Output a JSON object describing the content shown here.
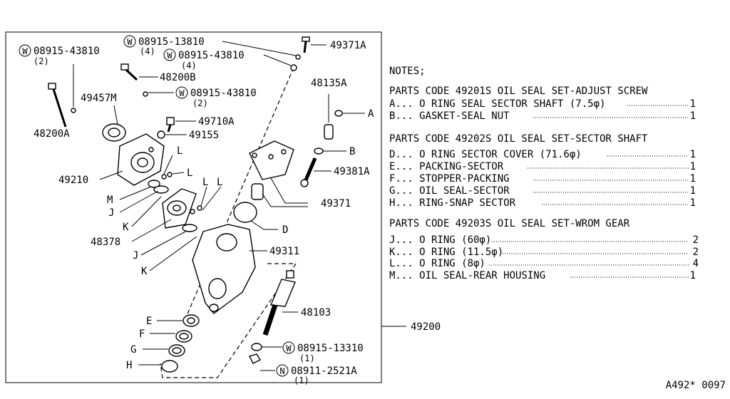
{
  "callouts": [
    {
      "id": "w1",
      "marker": "W",
      "code": "08915-43810",
      "qty": "(2)"
    },
    {
      "id": "w2",
      "marker": "W",
      "code": "08915-13810",
      "qty": "(4)"
    },
    {
      "id": "w3",
      "marker": "W",
      "code": "08915-43810",
      "qty": "(4)"
    },
    {
      "id": "w4",
      "marker": "W",
      "code": "08915-43810",
      "qty": "(2)"
    },
    {
      "id": "w5",
      "marker": "W",
      "code": "08915-13310",
      "qty": "(1)"
    },
    {
      "id": "n1",
      "marker": "N",
      "code": "08911-2521A",
      "qty": "(1)"
    }
  ],
  "labels": {
    "p49371A": "49371A",
    "p48200B": "48200B",
    "p49457M": "49457M",
    "p48200A": "48200A",
    "p49710A": "49710A",
    "p49155": "49155",
    "p49210": "49210",
    "p48135A": "48135A",
    "p49381A": "49381A",
    "p49371": "49371",
    "p48378": "48378",
    "p49311": "49311",
    "p48103": "48103",
    "p49200": "49200",
    "A": "A",
    "B": "B",
    "D": "D",
    "E": "E",
    "F": "F",
    "G": "G",
    "H": "H",
    "J1": "J",
    "J2": "J",
    "K1": "K",
    "K2": "K",
    "M": "M",
    "L1": "L",
    "L2": "L",
    "L3": "L",
    "L4": "L"
  },
  "notes": {
    "heading": "NOTES;",
    "groups": [
      {
        "title": "PARTS CODE  49201S OIL SEAL SET-ADJUST SCREW",
        "items": [
          {
            "text": "A... O RING SEAL SECTOR SHAFT (7.5φ)",
            "qty": "1"
          },
          {
            "text": "B... GASKET-SEAL NUT",
            "qty": "1"
          }
        ]
      },
      {
        "title": "PARTS CODE  49202S OIL SEAL SET-SECTOR SHAFT",
        "items": [
          {
            "text": "D... O RING SECTOR COVER (71.6φ)",
            "qty": "1"
          },
          {
            "text": "E... PACKING-SECTOR",
            "qty": "1"
          },
          {
            "text": "F... STOPPER-PACKING",
            "qty": "1"
          },
          {
            "text": "G... OIL SEAL-SECTOR",
            "qty": "1"
          },
          {
            "text": "H... RING-SNAP SECTOR",
            "qty": "1"
          }
        ]
      },
      {
        "title": "PARTS CODE  49203S OIL SEAL SET-WROM GEAR",
        "items": [
          {
            "text": "J... O RING (60φ)",
            "qty": "2"
          },
          {
            "text": "K... O RING (11.5φ)",
            "qty": "2"
          },
          {
            "text": "L... O RING (8φ)",
            "qty": "4"
          },
          {
            "text": "M... OIL SEAL-REAR HOUSING",
            "qty": "1"
          }
        ]
      }
    ]
  },
  "footer_code": "A492* 0097"
}
